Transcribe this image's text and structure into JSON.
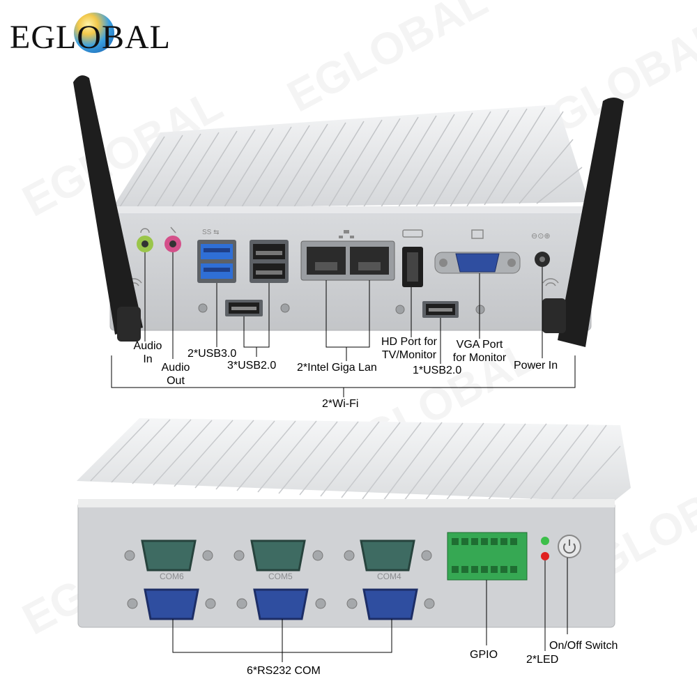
{
  "brand": {
    "logo_text": "EGLOBAL",
    "watermark": "EGLOBAL"
  },
  "colors": {
    "chassis": "#e4e5e7",
    "panel": "#c9cbce",
    "antenna": "#1e1e1e",
    "usb3": "#2f6fd6",
    "com_green": "#3e6b62",
    "com_blue": "#2f4ea0",
    "gpio": "#36a853",
    "led_green": "#3cbf4a",
    "led_red": "#e02020"
  },
  "top_view": {
    "labels": {
      "audio_in_1": "Audio",
      "audio_in_2": "In",
      "audio_out_1": "Audio",
      "audio_out_2": "Out",
      "usb30": "2*USB3.0",
      "usb20_3": "3*USB2.0",
      "lan": "2*Intel Giga Lan",
      "hd_1": "HD Port for",
      "hd_2": "TV/Monitor",
      "usb20_1": "1*USB2.0",
      "vga_1": "VGA Port",
      "vga_2": "for Monitor",
      "power": "Power In",
      "wifi": "2*Wi-Fi"
    },
    "icons": [
      "wifi-icon",
      "headphone-icon",
      "microphone-icon",
      "usb-icon",
      "network-icon",
      "hdmi-icon",
      "monitor-icon",
      "dc-power-icon"
    ]
  },
  "bottom_view": {
    "com_labels": [
      "COM6",
      "COM5",
      "COM4"
    ],
    "labels": {
      "rs232": "6*RS232 COM",
      "gpio": "GPIO",
      "led": "2*LED",
      "switch": "On/Off Switch"
    }
  }
}
